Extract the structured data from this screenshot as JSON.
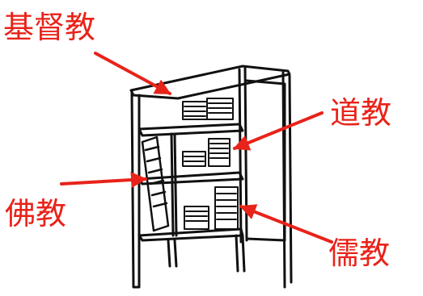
{
  "labels": {
    "christianity": "基督教",
    "taoism": "道教",
    "buddhism": "佛教",
    "confucianism": "儒教"
  },
  "colors": {
    "label": "#e8231a",
    "arrow": "#e8231a",
    "ink": "#111111"
  },
  "icons": {
    "bookshelf": "bookshelf-illustration"
  }
}
